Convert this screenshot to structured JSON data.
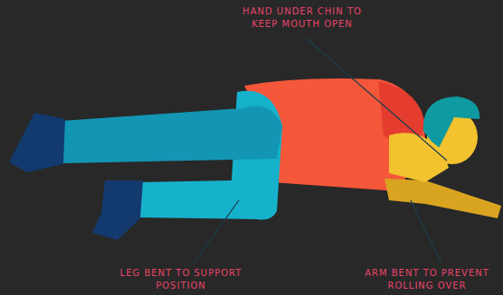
{
  "diagram": {
    "labels": [
      "HAND UNDER CHIN TO KEEP MOUTH OPEN",
      "LEG BENT TO SUPPORT POSITION",
      "ARM BENT TO PREVENT ROLLING OVER"
    ]
  }
}
